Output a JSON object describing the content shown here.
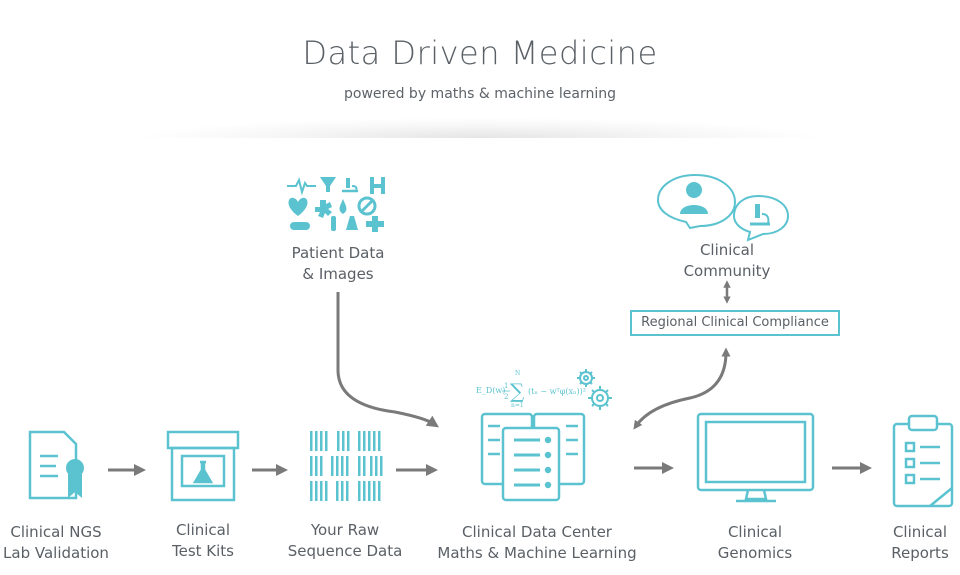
{
  "header": {
    "title": "Data Driven Medicine",
    "subtitle": "powered by maths & machine learning"
  },
  "nodes": {
    "patient": {
      "line1": "Patient Data",
      "line2": "& Images"
    },
    "community": {
      "line1": "Clinical",
      "line2": "Community"
    },
    "compliance": "Regional Clinical Compliance",
    "ngs": {
      "line1": "Clinical NGS",
      "line2": "Lab Validation"
    },
    "kits": {
      "line1": "Clinical",
      "line2": "Test Kits"
    },
    "raw": {
      "line1": "Your Raw",
      "line2": "Sequence Data"
    },
    "datacenter": {
      "line1": "Clinical Data Center",
      "line2": "Maths & Machine Learning"
    },
    "genomics": {
      "line1": "Clinical",
      "line2": "Genomics"
    },
    "reports": {
      "line1": "Clinical",
      "line2": "Reports"
    }
  },
  "formula": {
    "lhs": "E_D(w)",
    "half": "1/2",
    "sum_top": "N",
    "sum_bottom": "n=1",
    "body": "(t_n − wᵀφ(x_n))²"
  },
  "colors": {
    "accent": "#5bc3d0",
    "arrow": "#7a7a7a",
    "text": "#5a6066"
  },
  "icons": [
    "certificate-icon",
    "test-kit-icon",
    "sequence-bars-icon",
    "server-icon",
    "gears-icon",
    "monitor-icon",
    "clipboard-icon",
    "person-bubble-icon",
    "microscope-bubble-icon",
    "medical-icons-cluster"
  ]
}
